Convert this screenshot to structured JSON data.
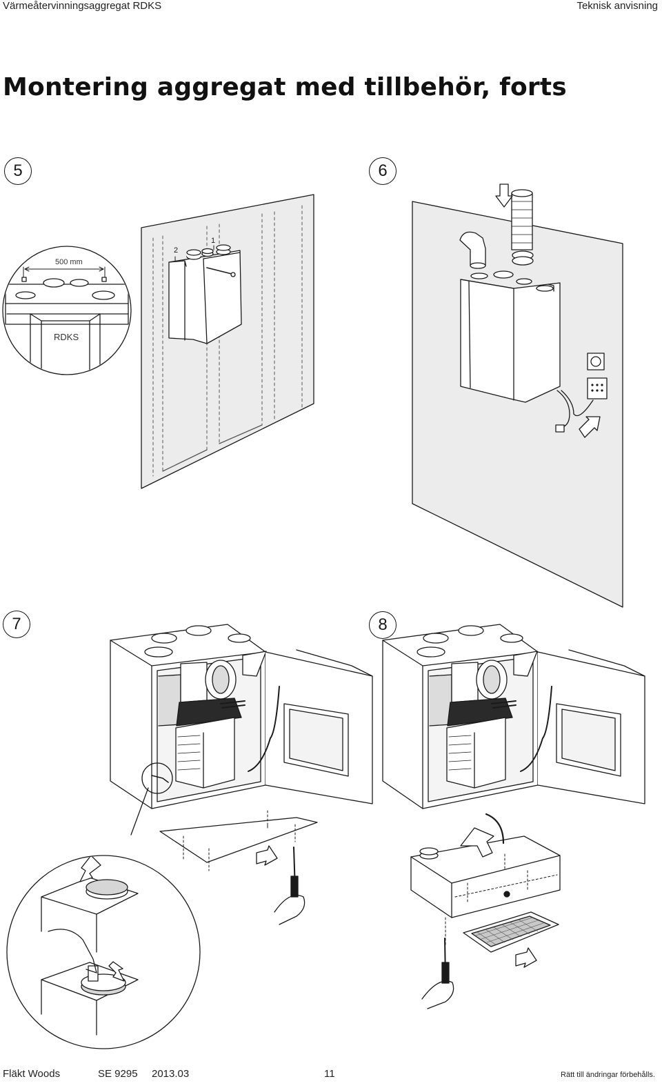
{
  "header": {
    "document_title": "Värmeåtervinningsaggregat RDKS",
    "document_type": "Teknisk anvisning"
  },
  "page_title": "Montering aggregat med tillbehör, forts",
  "steps": [
    {
      "number": "5",
      "dimension_label": "500 mm",
      "unit_label": "RDKS",
      "callouts": [
        "1",
        "2"
      ]
    },
    {
      "number": "6"
    },
    {
      "number": "7"
    },
    {
      "number": "8"
    }
  ],
  "footer": {
    "company": "Fläkt Woods",
    "doc_number": "SE 9295",
    "date": "2013.03",
    "page_number": "11",
    "disclaimer": "Rätt till ändringar förbehålls."
  },
  "colors": {
    "ink": "#1a1a1a",
    "wall_fill": "#ececec",
    "box_fill": "#ffffff",
    "shade": "#d6d6d6",
    "dark": "#2a2a2a"
  }
}
